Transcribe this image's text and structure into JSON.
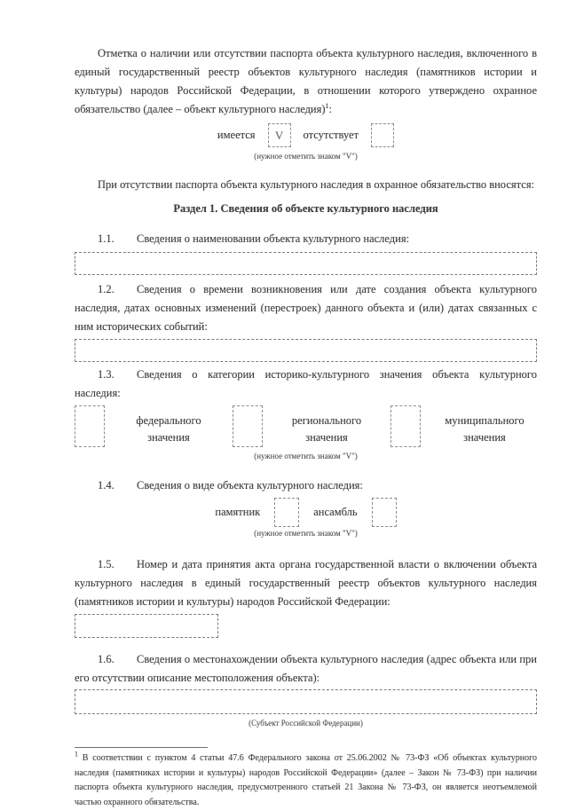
{
  "intro": {
    "text": "Отметка о наличии или отсутствии паспорта объекта культурного наследия, включенного в единый государственный реестр объектов культурного наследия (памятников истории и культуры) народов Российской Федерации, в отношении которого утверждено охранное обязательство (далее – объект культурного наследия)",
    "footnote_ref": "1",
    "suffix": ":"
  },
  "presence": {
    "present_label": "имеется",
    "present_mark": "V",
    "absent_label": "отсутствует",
    "hint": "(нужное отметить знаком \"V\")"
  },
  "second_paragraph": "При отсутствии паспорта объекта культурного наследия в охранное обязательство вносятся:",
  "section_title": "Раздел 1. Сведения об объекте культурного наследия",
  "items": {
    "i11": {
      "num": "1.1.",
      "text": "Сведения о наименовании объекта культурного наследия:"
    },
    "i12": {
      "num": "1.2.",
      "text": "Сведения о времени возникновения или дате создания объекта культурного наследия, датах основных изменений (перестроек) данного объекта и (или) датах связанных с ним исторических событий:"
    },
    "i13": {
      "num": "1.3.",
      "text": "Сведения о категории историко-культурного значения объекта культурного наследия:",
      "options": [
        "федерального значения",
        "регионального значения",
        "муниципального значения"
      ],
      "hint": "(нужное отметить знаком \"V\")"
    },
    "i14": {
      "num": "1.4.",
      "text": "Сведения о виде объекта культурного наследия:",
      "options": [
        "памятник",
        "ансамбль"
      ],
      "hint": "(нужное отметить знаком \"V\")"
    },
    "i15": {
      "num": "1.5.",
      "text": "Номер и дата принятия акта органа государственной власти о включении объекта культурного наследия в единый государственный реестр объектов культурного наследия (памятников истории и культуры) народов Российской Федерации:"
    },
    "i16": {
      "num": "1.6.",
      "text": "Сведения о местонахождении объекта культурного наследия (адрес объекта или при его отсутствии описание местоположения объекта):",
      "caption": "(Субъект Российской Федерации)"
    }
  },
  "footnote": {
    "marker": "1",
    "text": "В соответствии с пунктом 4 статьи 47.6 Федерального закона от 25.06.2002 № 73-ФЗ «Об объектах культурного наследия (памятниках истории и культуры) народов Российской Федерации» (далее – Закон № 73-ФЗ) при наличии паспорта объекта культурного наследия, предусмотренного статьей 21 Закона № 73-ФЗ, он является неотъемлемой частью охранного обязательства."
  }
}
